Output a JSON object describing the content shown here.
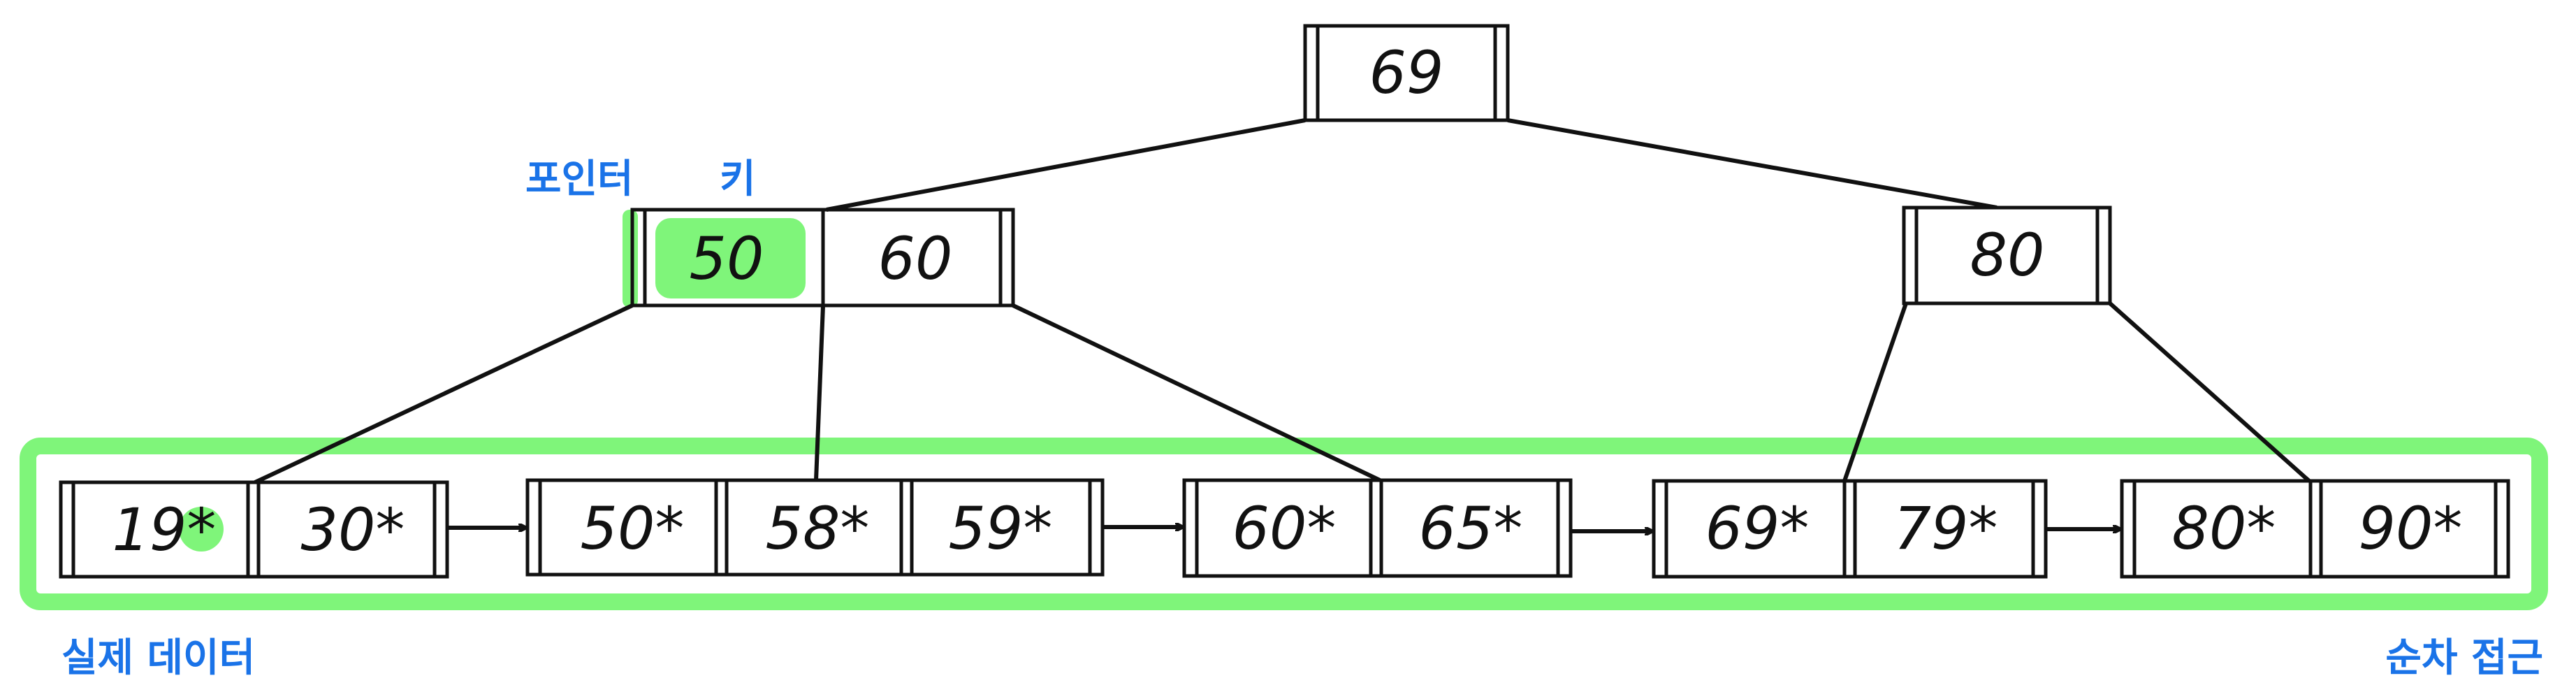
{
  "colors": {
    "highlight": "#7ff57a",
    "annotation": "#1a73e8",
    "line": "#111111"
  },
  "annotations": {
    "pointer": "포인터",
    "key": "키",
    "actual_data": "실제 데이터",
    "sequential": "순차 접근"
  },
  "root": {
    "keys": [
      "69"
    ]
  },
  "internal_nodes": [
    {
      "keys": [
        "50",
        "60"
      ]
    },
    {
      "keys": [
        "80"
      ]
    }
  ],
  "leaf_nodes": [
    {
      "keys": [
        "19*",
        "30*"
      ]
    },
    {
      "keys": [
        "50*",
        "58*",
        "59*"
      ]
    },
    {
      "keys": [
        "60*",
        "65*"
      ]
    },
    {
      "keys": [
        "69*",
        "79*"
      ]
    },
    {
      "keys": [
        "80*",
        "90*"
      ]
    }
  ],
  "icons": {
    "leaf_link": "right-arrow-icon"
  }
}
